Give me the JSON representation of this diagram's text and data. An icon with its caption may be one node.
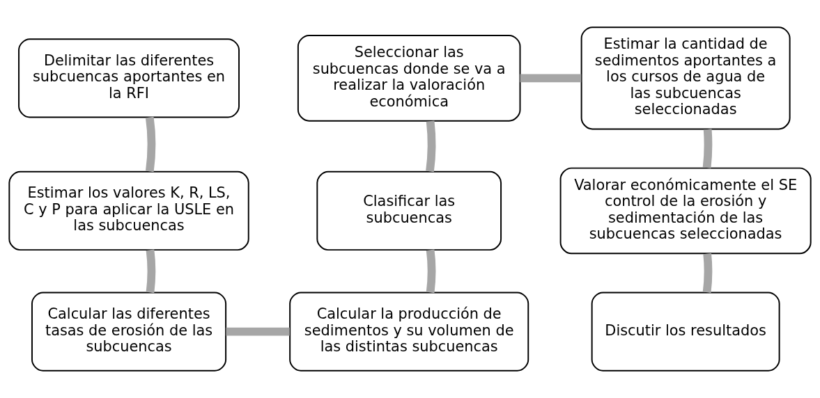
{
  "diagram": {
    "nodes": [
      {
        "text": [
          "Delimitar las diferentes subcuencas aportantes en la RFI"
        ]
      },
      {
        "text": [
          "Estimar los valores K, R, LS, C y P para aplicar la USLE en las subcuencas"
        ]
      },
      {
        "text": [
          "Calcular las diferentes tasas de erosión de las subcuencas"
        ]
      },
      {
        "text": [
          "Calcular la producción de sedimentos y su volumen de las distintas subcuencas"
        ]
      },
      {
        "text": [
          "Clasificar las subcuencas"
        ]
      },
      {
        "text": [
          "Seleccionar las subcuencas donde se va a realizar la valoración económica"
        ]
      },
      {
        "text": [
          "Estimar la cantidad de sedimentos aportantes a los cursos de agua de las subcuencas seleccionadas"
        ]
      },
      {
        "text": [
          "Valorar económicamente el SE control de la erosión y sedimentación de las subcuencas seleccionadas"
        ]
      },
      {
        "text": [
          "Discutir los resultados"
        ]
      }
    ],
    "edges": [
      {
        "from": 0,
        "to": 1,
        "arrow": "none"
      },
      {
        "from": 1,
        "to": 2,
        "arrow": "none"
      },
      {
        "from": 2,
        "to": 3,
        "arrow": "none"
      },
      {
        "from": 3,
        "to": 4,
        "arrow": "none"
      },
      {
        "from": 4,
        "to": 5,
        "arrow": "none"
      },
      {
        "from": 5,
        "to": 6,
        "arrow": "none"
      },
      {
        "from": 6,
        "to": 7,
        "arrow": "none"
      },
      {
        "from": 7,
        "to": 8,
        "arrow": "none"
      }
    ]
  }
}
